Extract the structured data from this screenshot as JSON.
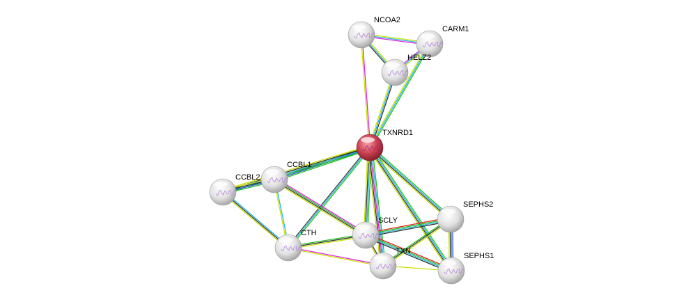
{
  "colors": {
    "yellow": "#c8e000",
    "magenta": "#e020e0",
    "cyan": "#20b8e0",
    "green": "#20c020",
    "black": "#333333",
    "blue": "#3050e8",
    "red": "#f02020",
    "query_node": "#cc3344",
    "node": "#e0e0e0"
  },
  "nodes": [
    {
      "id": "NCOA2",
      "label": "NCOA2",
      "query": false,
      "structure": true
    },
    {
      "id": "CARM1",
      "label": "CARM1",
      "query": false,
      "structure": true
    },
    {
      "id": "HELZ2",
      "label": "HELZ2",
      "query": false,
      "structure": true
    },
    {
      "id": "TXNRD1",
      "label": "TXNRD1",
      "query": true,
      "structure": true
    },
    {
      "id": "CCBL1",
      "label": "CCBL1",
      "query": false,
      "structure": true
    },
    {
      "id": "CCBL2",
      "label": "CCBL2",
      "query": false,
      "structure": true
    },
    {
      "id": "SEPHS2",
      "label": "SEPHS2",
      "query": false,
      "structure": false
    },
    {
      "id": "SCLY",
      "label": "SCLY",
      "query": false,
      "structure": true
    },
    {
      "id": "CTH",
      "label": "CTH",
      "query": false,
      "structure": true
    },
    {
      "id": "TXN",
      "label": "TXN",
      "query": false,
      "structure": true
    },
    {
      "id": "SEPHS1",
      "label": "SEPHS1",
      "query": false,
      "structure": true
    }
  ],
  "edges": [
    {
      "a": "TXNRD1",
      "b": "NCOA2",
      "evidence": [
        "yellow",
        "magenta"
      ]
    },
    {
      "a": "TXNRD1",
      "b": "CARM1",
      "evidence": [
        "yellow",
        "cyan",
        "green"
      ]
    },
    {
      "a": "TXNRD1",
      "b": "HELZ2",
      "evidence": [
        "yellow",
        "cyan",
        "black"
      ]
    },
    {
      "a": "NCOA2",
      "b": "CARM1",
      "evidence": [
        "yellow",
        "cyan",
        "magenta"
      ]
    },
    {
      "a": "NCOA2",
      "b": "HELZ2",
      "evidence": [
        "yellow",
        "cyan",
        "black"
      ]
    },
    {
      "a": "CARM1",
      "b": "HELZ2",
      "evidence": [
        "yellow",
        "cyan",
        "magenta"
      ]
    },
    {
      "a": "TXNRD1",
      "b": "CCBL1",
      "evidence": [
        "green",
        "blue",
        "black",
        "yellow"
      ]
    },
    {
      "a": "TXNRD1",
      "b": "CCBL2",
      "evidence": [
        "green",
        "cyan",
        "black",
        "yellow"
      ]
    },
    {
      "a": "TXNRD1",
      "b": "CTH",
      "evidence": [
        "green",
        "cyan",
        "black"
      ]
    },
    {
      "a": "TXNRD1",
      "b": "SCLY",
      "evidence": [
        "green",
        "cyan",
        "black",
        "yellow"
      ]
    },
    {
      "a": "TXNRD1",
      "b": "TXN",
      "evidence": [
        "green",
        "cyan",
        "magenta",
        "black",
        "yellow"
      ]
    },
    {
      "a": "TXNRD1",
      "b": "SEPHS2",
      "evidence": [
        "green",
        "cyan",
        "black",
        "yellow"
      ]
    },
    {
      "a": "TXNRD1",
      "b": "SEPHS1",
      "evidence": [
        "green",
        "cyan",
        "black",
        "yellow"
      ]
    },
    {
      "a": "CCBL1",
      "b": "CCBL2",
      "evidence": [
        "green",
        "blue",
        "black",
        "yellow"
      ]
    },
    {
      "a": "CCBL2",
      "b": "CTH",
      "evidence": [
        "cyan",
        "black",
        "yellow"
      ]
    },
    {
      "a": "CCBL1",
      "b": "CTH",
      "evidence": [
        "cyan",
        "yellow"
      ]
    },
    {
      "a": "CCBL1",
      "b": "SCLY",
      "evidence": [
        "magenta",
        "green",
        "black",
        "yellow"
      ]
    },
    {
      "a": "CTH",
      "b": "SCLY",
      "evidence": [
        "green",
        "black",
        "yellow"
      ]
    },
    {
      "a": "CTH",
      "b": "TXN",
      "evidence": [
        "magenta",
        "yellow"
      ]
    },
    {
      "a": "SCLY",
      "b": "SEPHS2",
      "evidence": [
        "red",
        "green",
        "cyan",
        "black"
      ]
    },
    {
      "a": "SCLY",
      "b": "SEPHS1",
      "evidence": [
        "red",
        "green",
        "cyan",
        "black"
      ]
    },
    {
      "a": "SCLY",
      "b": "TXN",
      "evidence": [
        "black",
        "yellow"
      ]
    },
    {
      "a": "TXN",
      "b": "SEPHS2",
      "evidence": [
        "green",
        "black",
        "yellow"
      ]
    },
    {
      "a": "TXN",
      "b": "SEPHS1",
      "evidence": [
        "yellow"
      ]
    },
    {
      "a": "SEPHS2",
      "b": "SEPHS1",
      "evidence": [
        "blue",
        "cyan",
        "black",
        "yellow"
      ]
    }
  ]
}
